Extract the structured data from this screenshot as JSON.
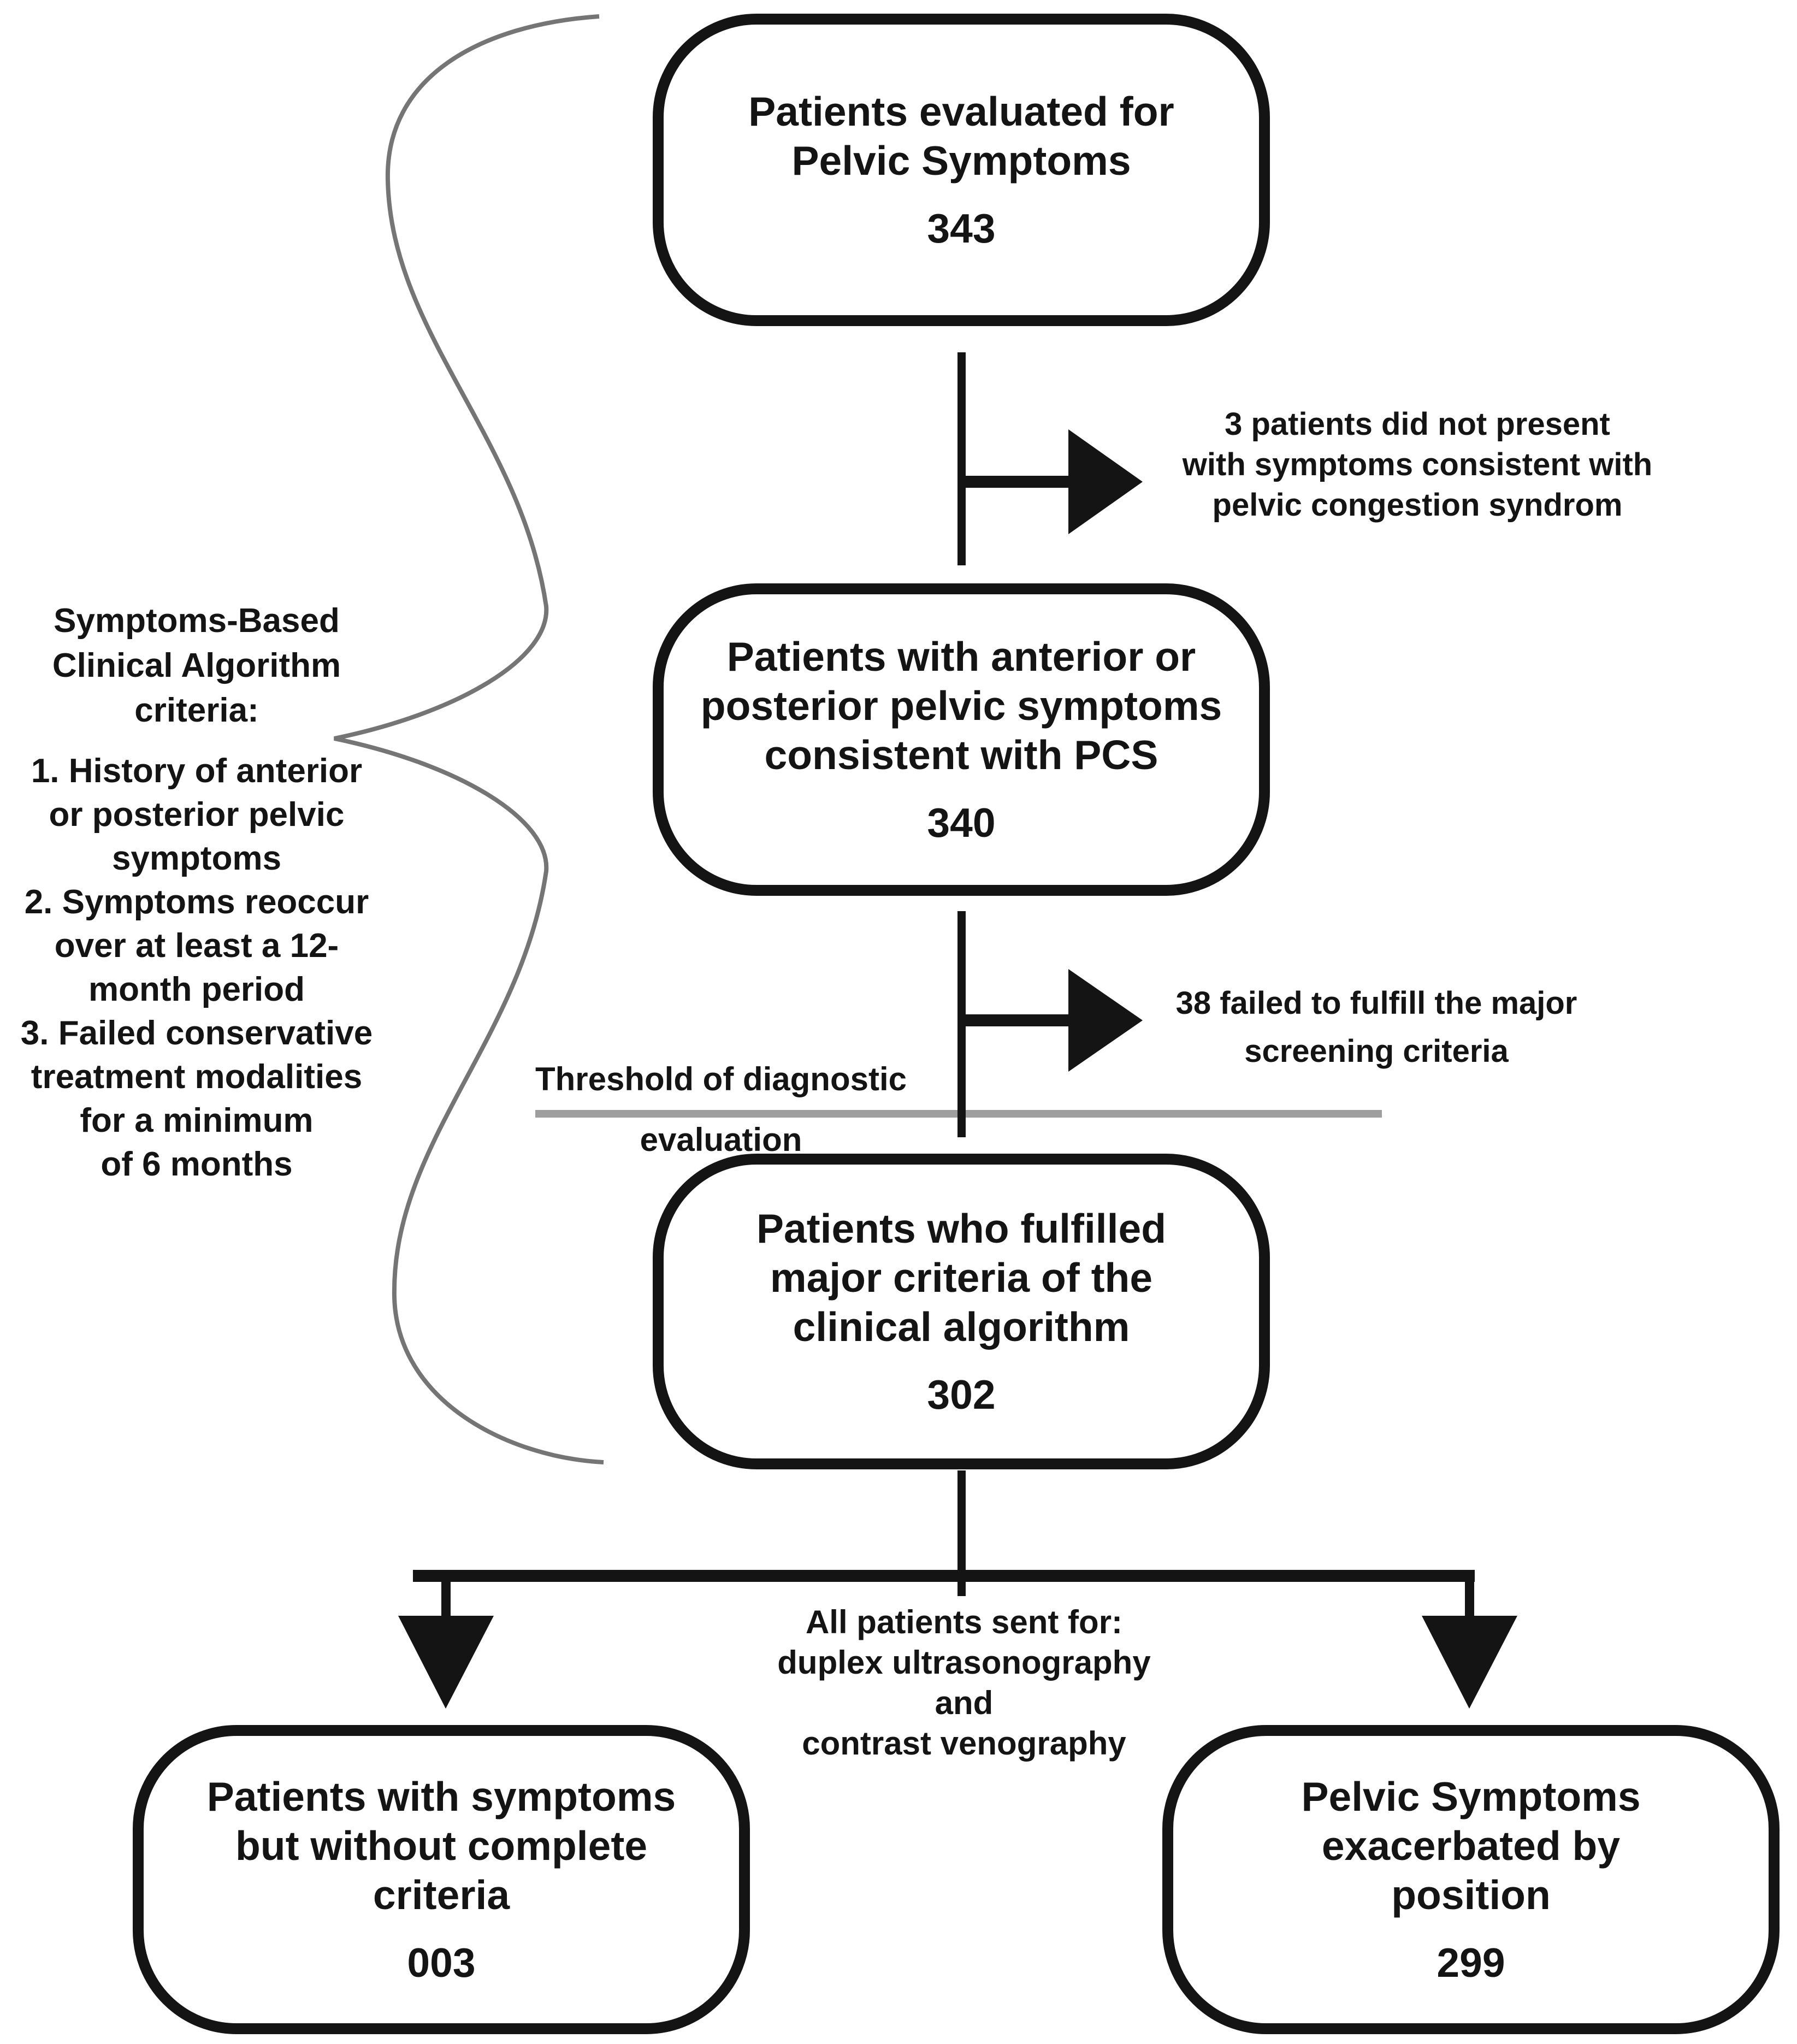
{
  "diagram": {
    "colors": {
      "ink": "#141414",
      "brace_curve": "#757575",
      "threshold_line": "#9e9e9e",
      "background": "#ffffff"
    },
    "icons": {
      "exclusion_arrows": "right-arrow-icon",
      "branch_arrows": "down-arrow-icon",
      "criteria_bracket": "curly-brace-curve"
    },
    "boxes": [
      {
        "id": "evaluated",
        "lines": [
          "Patients evaluated for",
          "Pelvic Symptoms"
        ],
        "count": "343"
      },
      {
        "id": "consistent-with-pcs",
        "lines": [
          "Patients with anterior or",
          "posterior pelvic symptoms",
          "consistent with PCS"
        ],
        "count": "340"
      },
      {
        "id": "fulfilled-major-criteria",
        "lines": [
          "Patients who fulfilled",
          "major criteria of the",
          "clinical algorithm"
        ],
        "count": "302"
      },
      {
        "id": "without-complete-criteria",
        "lines": [
          "Patients with symptoms",
          "but without complete",
          "criteria"
        ],
        "count": "003"
      },
      {
        "id": "exacerbated-by-position",
        "lines": [
          "Pelvic Symptoms",
          "exacerbated by",
          "position"
        ],
        "count": "299"
      }
    ],
    "exclusions": [
      {
        "lines": [
          "3 patients did not present",
          "with symptoms consistent with",
          "pelvic congestion syndrom"
        ]
      },
      {
        "lines": [
          "38 failed to fulfill the major",
          "screening criteria"
        ]
      }
    ],
    "criteria_note": {
      "heading_lines": [
        "Symptoms-Based",
        "Clinical Algorithm",
        "criteria:"
      ],
      "item_lines": [
        "1. History of anterior",
        "or posterior pelvic",
        "symptoms",
        "2. Symptoms reoccur",
        "over at least a 12-",
        "month period",
        "3. Failed conservative",
        "treatment modalities",
        "for a minimum",
        "of 6 months"
      ]
    },
    "threshold_label": {
      "line1": "Threshold of diagnostic",
      "line2": "evaluation"
    },
    "sent_for_lines": [
      "All patients sent for:",
      "duplex ultrasonography",
      "and",
      "contrast venography"
    ]
  }
}
